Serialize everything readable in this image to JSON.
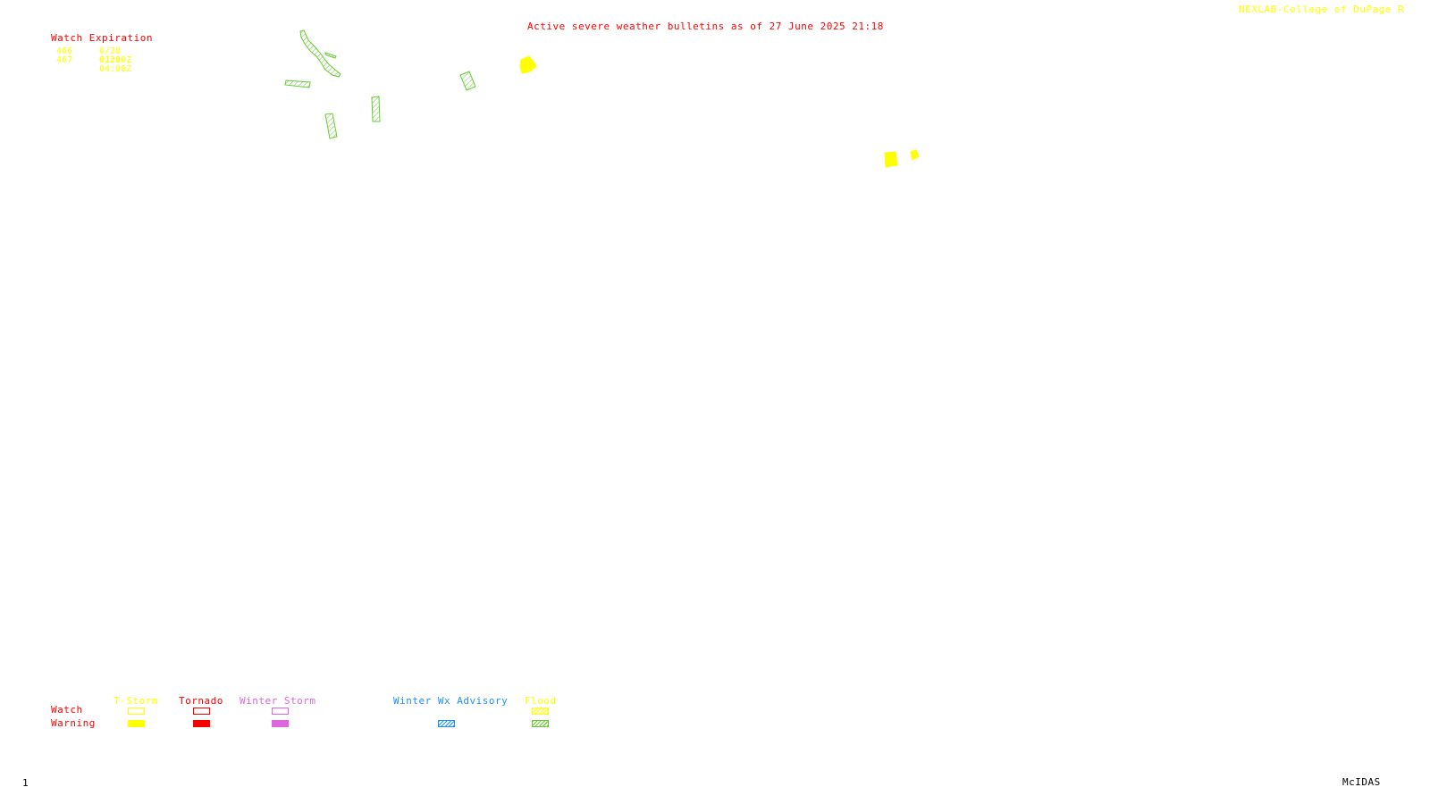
{
  "header": {
    "credit": "NEXLAB-College of DuPage R",
    "title": "Active severe weather bulletins as of 27 June 2025 21:18"
  },
  "watch_expiration": {
    "heading": "Watch Expiration",
    "watches": [
      {
        "id": "466",
        "expires": "6/28 01:00Z"
      },
      {
        "id": "467",
        "expires": "6/28 04:00Z"
      }
    ]
  },
  "colors": {
    "tstorm": "#ffff00",
    "tornado": "#ff0000",
    "winter_storm": "#e066e0",
    "winter_wx_advisory": "#1e90ff",
    "flood": "#66cc33",
    "title": "#ff0000",
    "credit": "#ffff00"
  },
  "legend": {
    "row_labels": {
      "watch": "Watch",
      "warning": "Warning"
    },
    "categories": [
      {
        "key": "tstorm",
        "label": "T-Storm",
        "watch_style": "outline",
        "warning_style": "solid"
      },
      {
        "key": "tornado",
        "label": "Tornado",
        "watch_style": "outline",
        "warning_style": "solid"
      },
      {
        "key": "winter_storm",
        "label": "Winter Storm",
        "watch_style": "outline",
        "warning_style": "solid"
      },
      {
        "key": "winter_wx_advisory",
        "label": "Winter Wx Advisory",
        "watch_style": "none",
        "warning_style": "hatched"
      },
      {
        "key": "flood",
        "label": "Flood",
        "watch_style": "hatched",
        "warning_style": "hatched"
      }
    ]
  },
  "footer": {
    "frame_number": "1",
    "software": "McIDAS"
  },
  "bulletins": [
    {
      "type": "flood_warning",
      "color": "flood"
    },
    {
      "type": "flood_warning",
      "color": "flood"
    },
    {
      "type": "flood_warning",
      "color": "flood"
    },
    {
      "type": "flood_warning",
      "color": "flood"
    },
    {
      "type": "flood_warning",
      "color": "flood"
    },
    {
      "type": "flood_warning",
      "color": "flood"
    },
    {
      "type": "tstorm_warning",
      "color": "tstorm"
    },
    {
      "type": "tstorm_warning",
      "color": "tstorm"
    },
    {
      "type": "tstorm_warning",
      "color": "tstorm"
    }
  ]
}
